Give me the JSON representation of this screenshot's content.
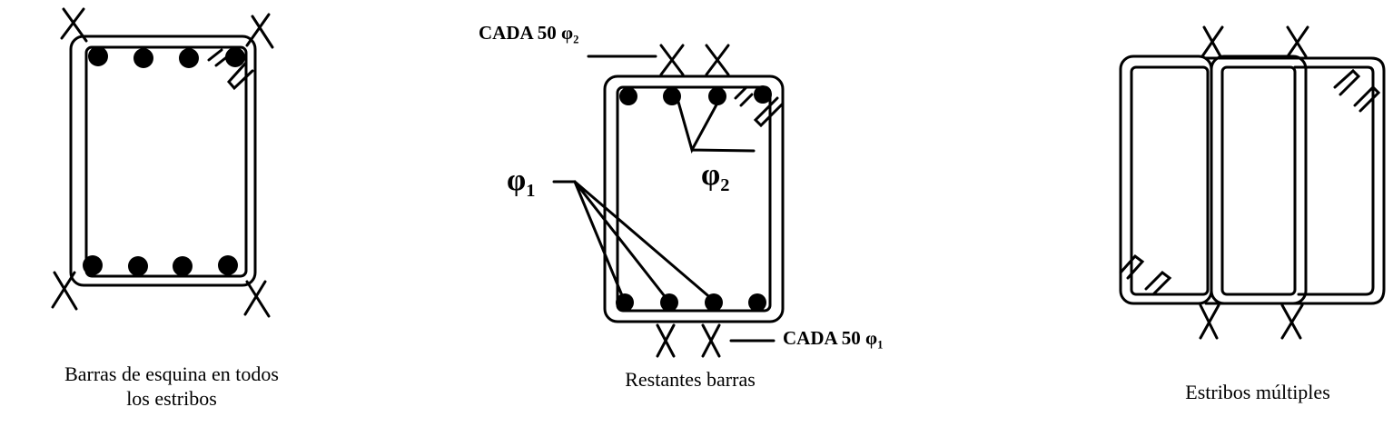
{
  "panels": [
    {
      "id": "corner-bars",
      "caption_line1": "Barras de esquina en todos",
      "caption_line2": "los estribos"
    },
    {
      "id": "remaining-bars",
      "caption": "Restantes barras",
      "label_top": "CADA 50 ",
      "label_top_symbol": "φ",
      "label_top_sub": "2",
      "label_bottom": "CADA 50 ",
      "label_bottom_symbol": "φ",
      "label_bottom_sub": "1",
      "phi1_symbol": "φ",
      "phi1_sub": "1",
      "phi2_symbol": "φ",
      "phi2_sub": "2"
    },
    {
      "id": "multiple-stirrups",
      "caption": "Estribos múltiples"
    }
  ],
  "colors": {
    "ink": "#000000",
    "background": "#ffffff"
  }
}
